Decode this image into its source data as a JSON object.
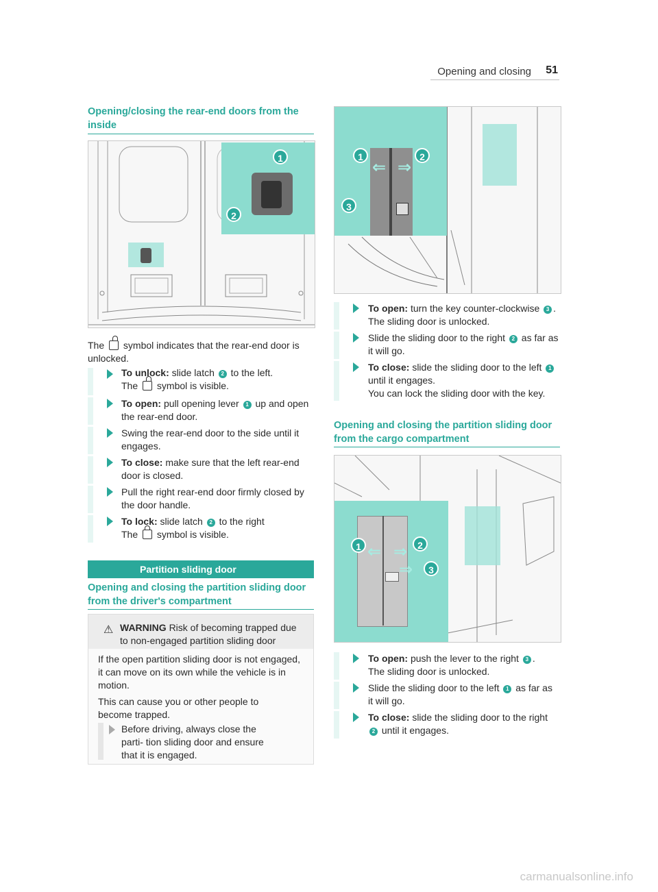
{
  "header": {
    "title": "Opening and closing",
    "page_number": "51"
  },
  "left": {
    "heading1": "Opening/closing the rear-end doors from the inside",
    "intro_pre": "The",
    "intro_post": "symbol indicates that the rear-end door is unlocked.",
    "steps": [
      {
        "label": "To unlock:",
        "text_a": "slide latch",
        "ref": "2",
        "text_b": "to the left.",
        "line2_pre": "The",
        "line2_post": "symbol is visible."
      },
      {
        "label": "To open:",
        "text_a": "pull opening lever",
        "ref": "1",
        "text_b": "up and open",
        "line2": "the rear-end door."
      },
      {
        "line1": "Swing the rear-end door to the side until it",
        "line2": "engages."
      },
      {
        "label": "To close:",
        "text_a": "make sure that the left rear-end",
        "line2": "door is closed."
      },
      {
        "line1": "Pull the right rear-end door firmly closed by",
        "line2": "the door handle."
      },
      {
        "label": "To lock:",
        "text_a": "slide latch",
        "ref": "2",
        "text_b": "to the right",
        "line2_pre": "The",
        "line2_post": "symbol is visible."
      }
    ],
    "section": "Partition sliding door",
    "heading2": "Opening and closing the partition sliding door from the driver's compartment",
    "warning": {
      "label": "WARNING",
      "title_a": "Risk of becoming trapped due",
      "title_b": "to non-engaged partition sliding door",
      "p1": "If the open partition sliding door is not engaged, it can move on its own while the vehicle is in motion.",
      "p2": "This can cause you or other people to become trapped.",
      "advice": "Before driving, always close the parti- tion sliding door and ensure that it is engaged."
    },
    "fig1_callouts": [
      "1",
      "2"
    ]
  },
  "right": {
    "fig2_callouts": [
      "1",
      "2",
      "3"
    ],
    "steps1": [
      {
        "label": "To open:",
        "text_a": "turn the key counter-clockwise",
        "ref": "3",
        "text_b": ".",
        "line2": "The sliding door is unlocked."
      },
      {
        "text_a": "Slide the sliding door to the right",
        "ref": "2",
        "text_b": "as far as",
        "line2": "it will go."
      },
      {
        "label": "To close:",
        "text_a": "slide the sliding door to the left",
        "ref": "1",
        "line2": "until it engages.",
        "line3": "You can lock the sliding door with the key."
      }
    ],
    "heading3": "Opening and closing the partition sliding door from the cargo compartment",
    "fig3_callouts": [
      "1",
      "2",
      "3"
    ],
    "steps2": [
      {
        "label": "To open:",
        "text_a": "push the lever to the right",
        "ref": "3",
        "text_b": ".",
        "line2": "The sliding door is unlocked."
      },
      {
        "text_a": "Slide the sliding door to the left",
        "ref": "1",
        "text_b": "as far as",
        "line2": "it will go."
      },
      {
        "label": "To close:",
        "text_a": "slide the sliding door to the right",
        "ref": "2",
        "line2": "until it engages."
      }
    ]
  },
  "footer": "carmanualsonline.info",
  "colors": {
    "accent": "#2aa89a",
    "highlight": "#9fe3d8"
  }
}
